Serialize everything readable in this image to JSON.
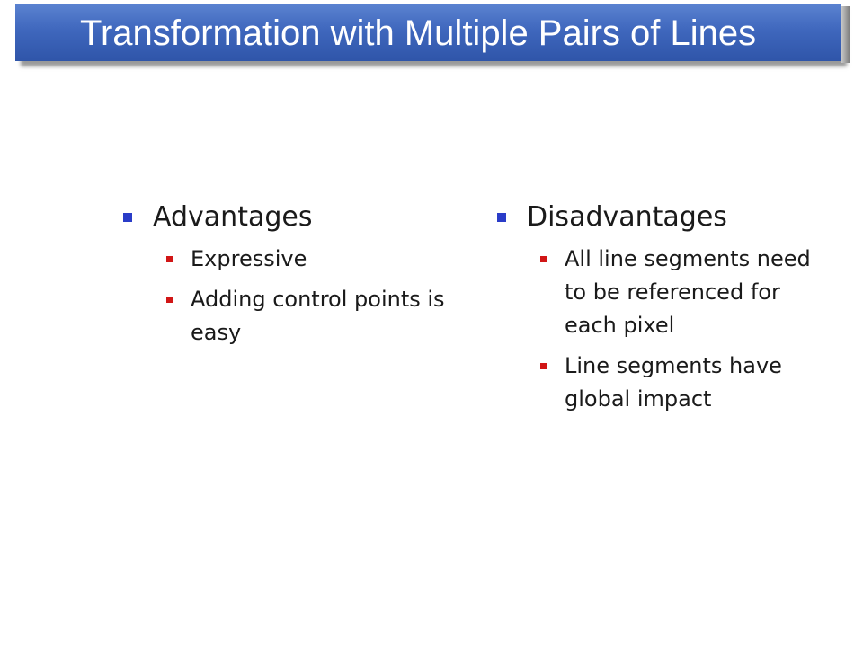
{
  "slide": {
    "title": "Transformation with Multiple Pairs of Lines",
    "left_column": {
      "heading": "Advantages",
      "items": [
        "Expressive",
        "Adding control points is easy"
      ]
    },
    "right_column": {
      "heading": "Disadvantages",
      "items": [
        "All line segments need to be referenced for each pixel",
        "Line segments have global impact"
      ]
    }
  },
  "colors": {
    "title_bar": "#3f67bd",
    "level1_bullet": "#2a3cc8",
    "level2_bullet": "#d11616"
  }
}
